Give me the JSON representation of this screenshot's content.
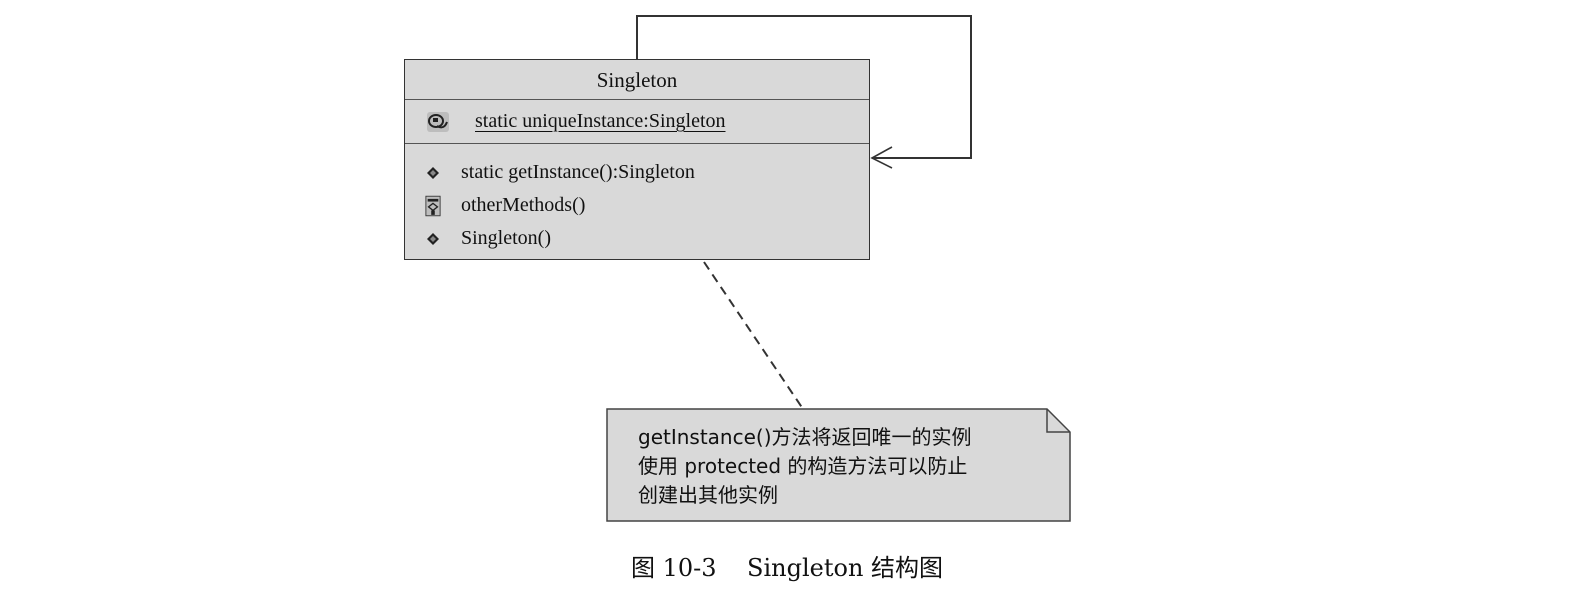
{
  "class": {
    "name": "Singleton",
    "attributes": [
      {
        "text": "static uniqueInstance:Singleton",
        "icon": "static-attribute-icon"
      }
    ],
    "operations": [
      {
        "text": "static getInstance():Singleton",
        "icon": "public-operation-icon"
      },
      {
        "text": "otherMethods()",
        "icon": "protected-operation-icon"
      },
      {
        "text": "Singleton()",
        "icon": "public-operation-icon"
      }
    ]
  },
  "note": {
    "lines": [
      "getInstance()方法将返回唯一的实例",
      "使用 protected 的构造方法可以防止",
      "创建出其他实例"
    ]
  },
  "caption": {
    "figure_number": "图 10-3",
    "title": "Singleton 结构图"
  },
  "colors": {
    "box_fill": "#d9d9d9",
    "line": "#333333"
  }
}
